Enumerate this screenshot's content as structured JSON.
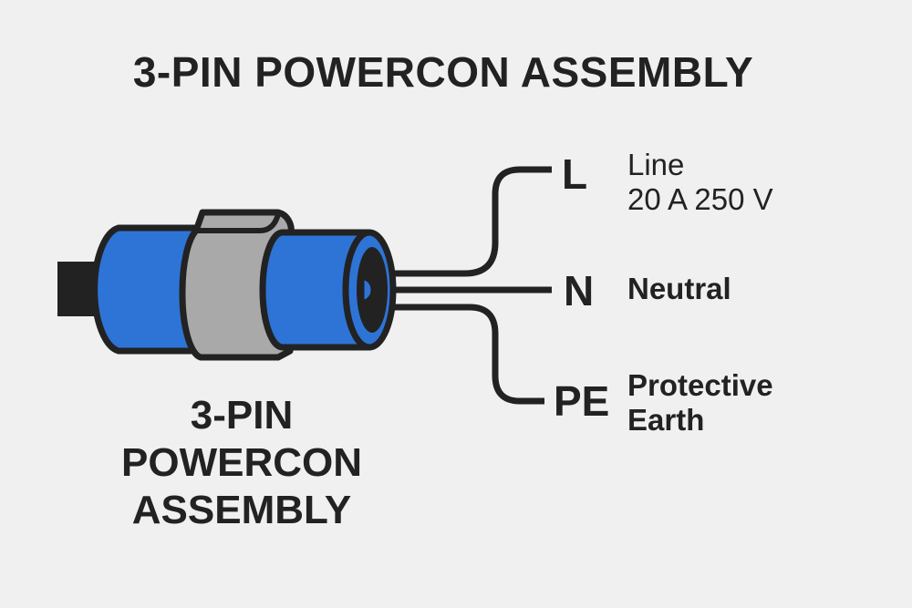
{
  "title": "3-PIN POWERCON ASSEMBLY",
  "connector_label": [
    "3-PIN",
    "POWERCON",
    "ASSEMBLY"
  ],
  "colors": {
    "background": "#f0f0f0",
    "connector_blue": "#2e74d6",
    "collar_gray": "#a9a9a9",
    "outline": "#222222"
  },
  "wires": [
    {
      "code": "L",
      "label_lines": [
        "Line",
        "20 A 250 V"
      ]
    },
    {
      "code": "N",
      "label_lines": [
        "Neutral"
      ]
    },
    {
      "code": "PE",
      "label_lines": [
        "Protective",
        "Earth"
      ]
    }
  ]
}
